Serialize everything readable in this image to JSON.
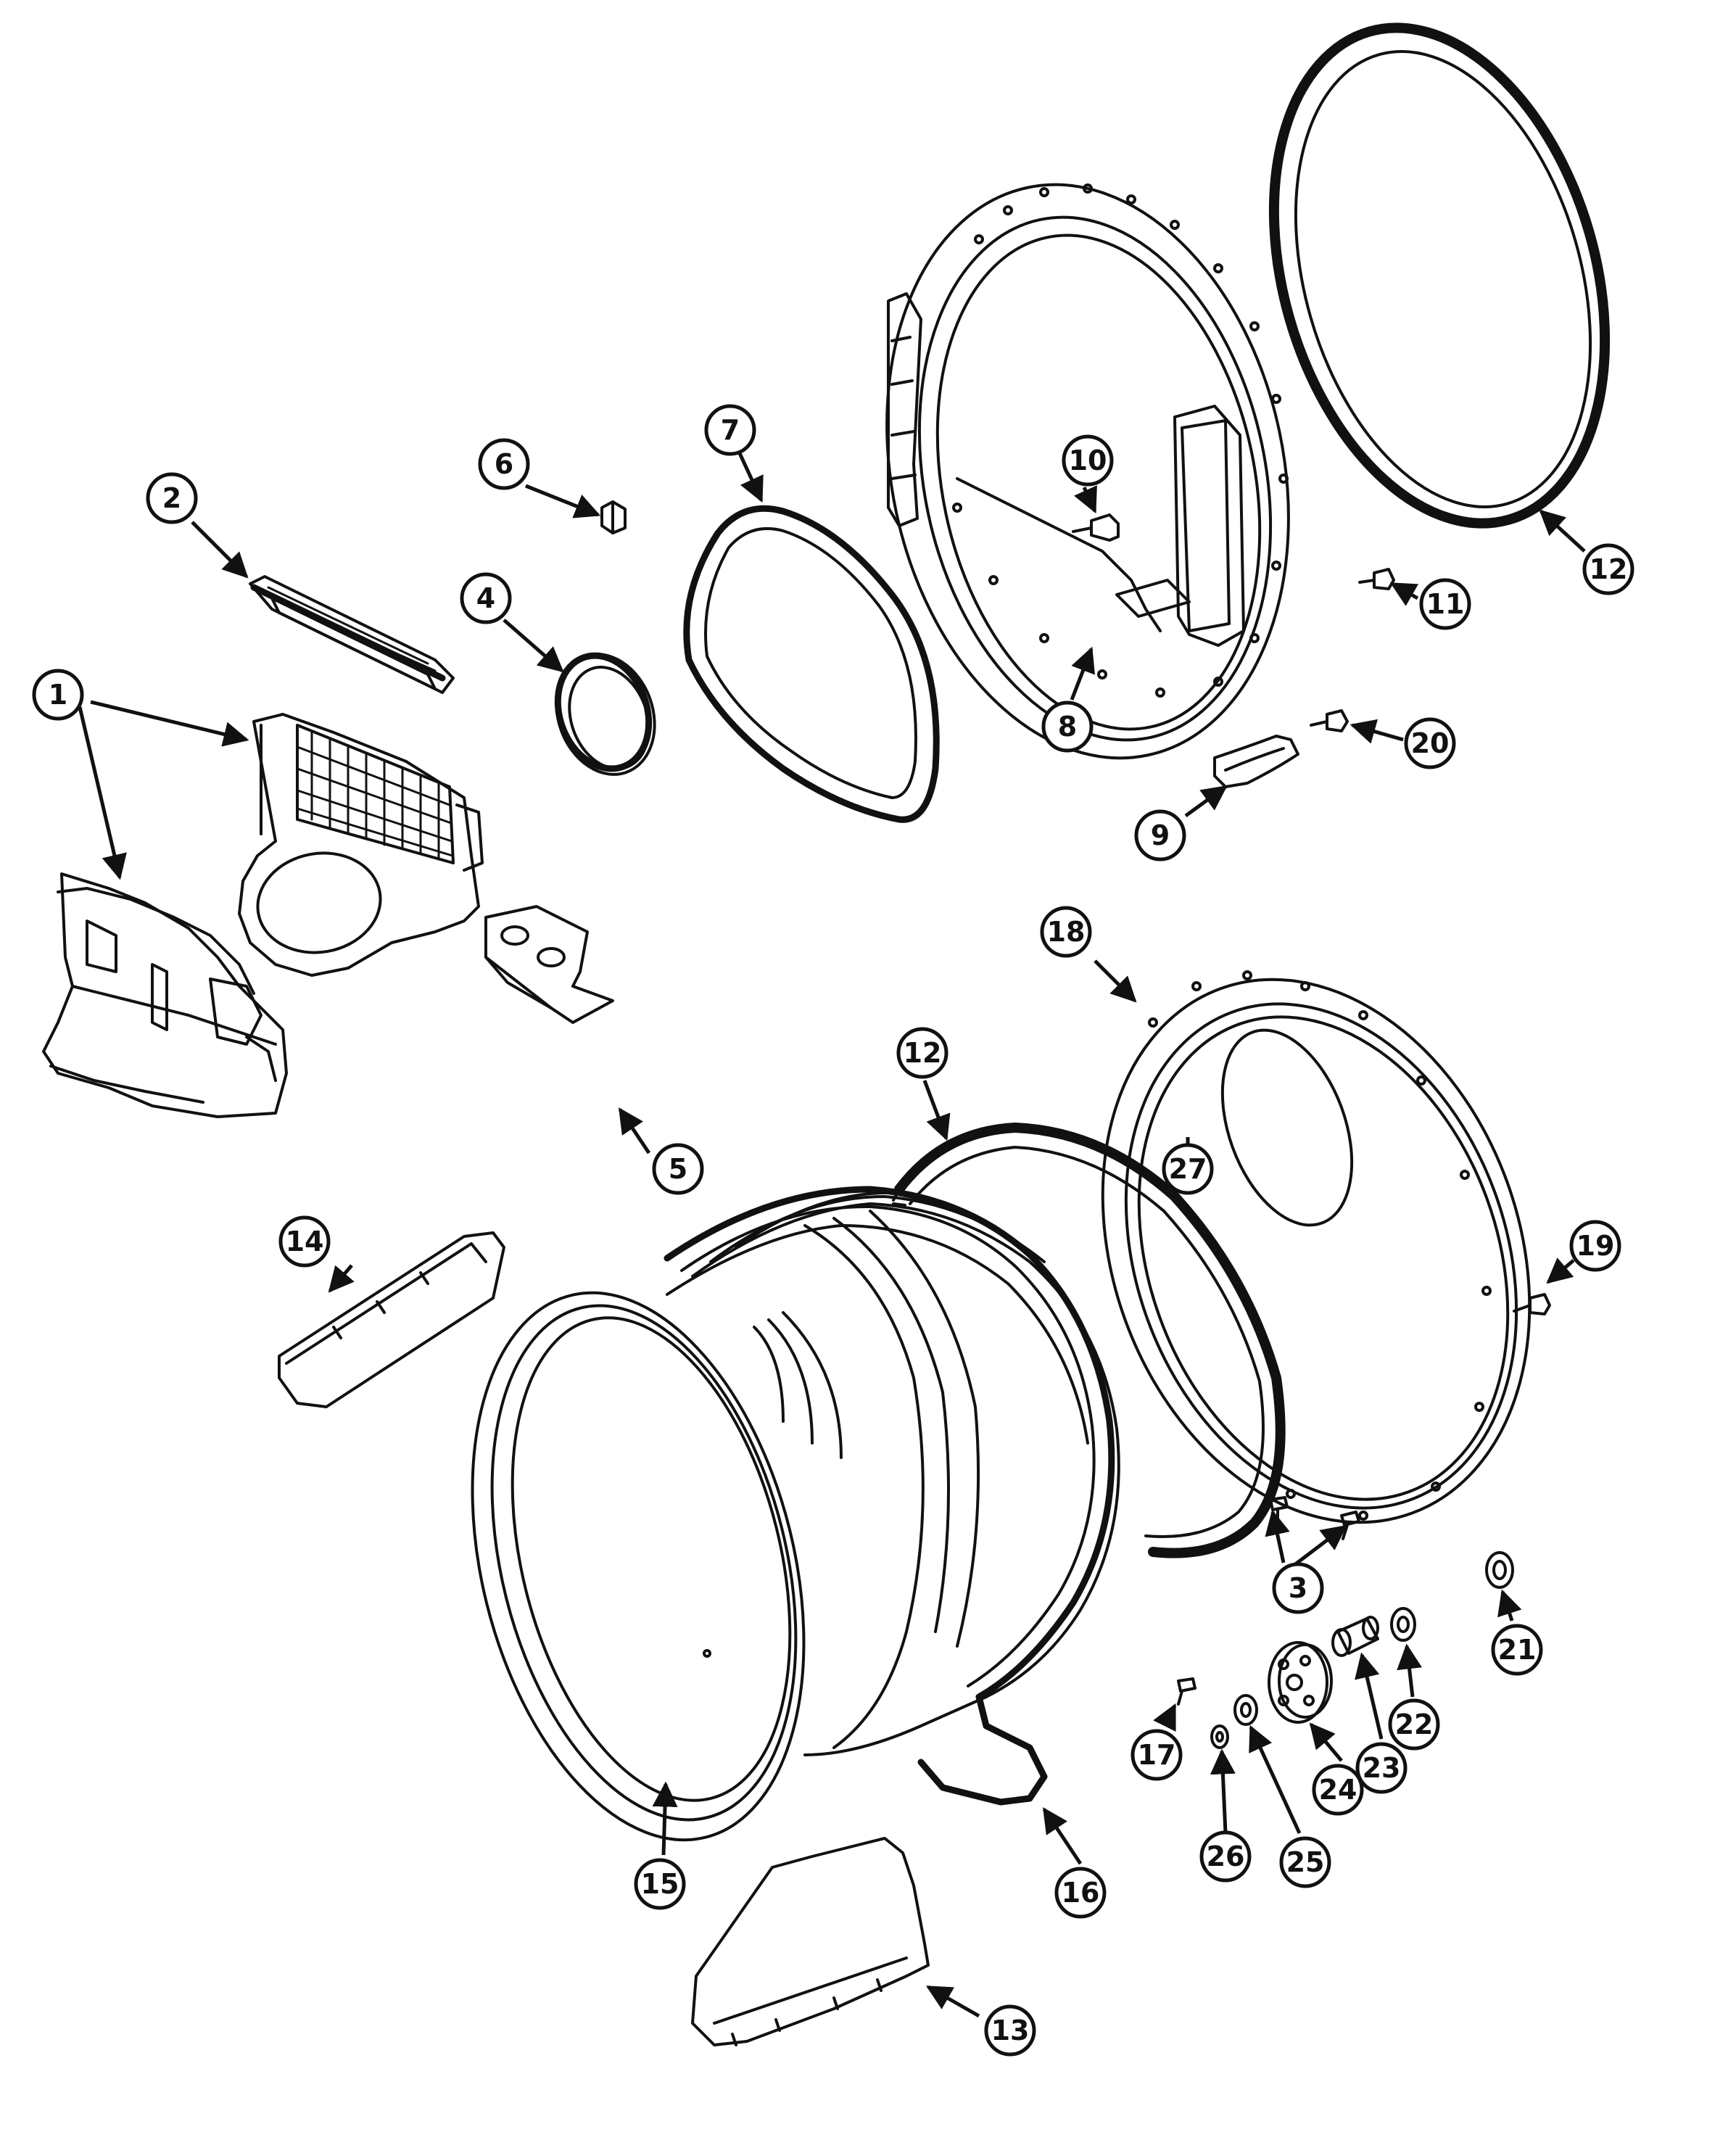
{
  "callouts": [
    {
      "id": "1",
      "label": "1"
    },
    {
      "id": "2",
      "label": "2"
    },
    {
      "id": "3",
      "label": "3"
    },
    {
      "id": "4",
      "label": "4"
    },
    {
      "id": "5",
      "label": "5"
    },
    {
      "id": "6",
      "label": "6"
    },
    {
      "id": "7",
      "label": "7"
    },
    {
      "id": "8",
      "label": "8"
    },
    {
      "id": "9",
      "label": "9"
    },
    {
      "id": "10",
      "label": "10"
    },
    {
      "id": "11",
      "label": "11"
    },
    {
      "id": "12a",
      "label": "12"
    },
    {
      "id": "12b",
      "label": "12"
    },
    {
      "id": "13",
      "label": "13"
    },
    {
      "id": "14",
      "label": "14"
    },
    {
      "id": "15",
      "label": "15"
    },
    {
      "id": "16",
      "label": "16"
    },
    {
      "id": "17",
      "label": "17"
    },
    {
      "id": "18",
      "label": "18"
    },
    {
      "id": "19",
      "label": "19"
    },
    {
      "id": "20",
      "label": "20"
    },
    {
      "id": "21",
      "label": "21"
    },
    {
      "id": "22",
      "label": "22"
    },
    {
      "id": "23",
      "label": "23"
    },
    {
      "id": "24",
      "label": "24"
    },
    {
      "id": "25",
      "label": "25"
    },
    {
      "id": "26",
      "label": "26"
    },
    {
      "id": "27",
      "label": "27"
    }
  ],
  "colors": {
    "line": "#111111",
    "background": "#ffffff"
  }
}
